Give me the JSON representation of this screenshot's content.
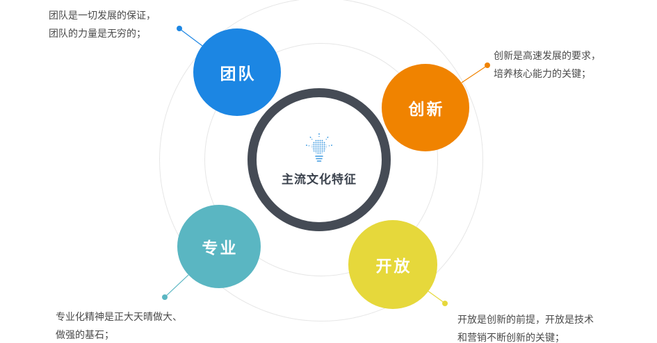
{
  "center": {
    "title": "主流文化特征",
    "icon": "lightbulb",
    "ring_color": "#454b55",
    "icon_color": "#3d9ae0"
  },
  "nodes": [
    {
      "id": "team",
      "label": "团队",
      "color": "#1c86e3",
      "note_lines": [
        "团队是一切发展的保证，",
        "团队的力量是无穷的；"
      ]
    },
    {
      "id": "innovation",
      "label": "创新",
      "color": "#f08300",
      "note_lines": [
        "创新是高速发展的要求，",
        "培养核心能力的关键；"
      ]
    },
    {
      "id": "professional",
      "label": "专业",
      "color": "#5ab6c2",
      "note_lines": [
        "专业化精神是正大天晴做大、",
        "做强的基石；"
      ]
    },
    {
      "id": "open",
      "label": "开放",
      "color": "#e6d83b",
      "note_lines": [
        "开放是创新的前提，开放是技术",
        "和营销不断创新的关键；"
      ]
    }
  ]
}
